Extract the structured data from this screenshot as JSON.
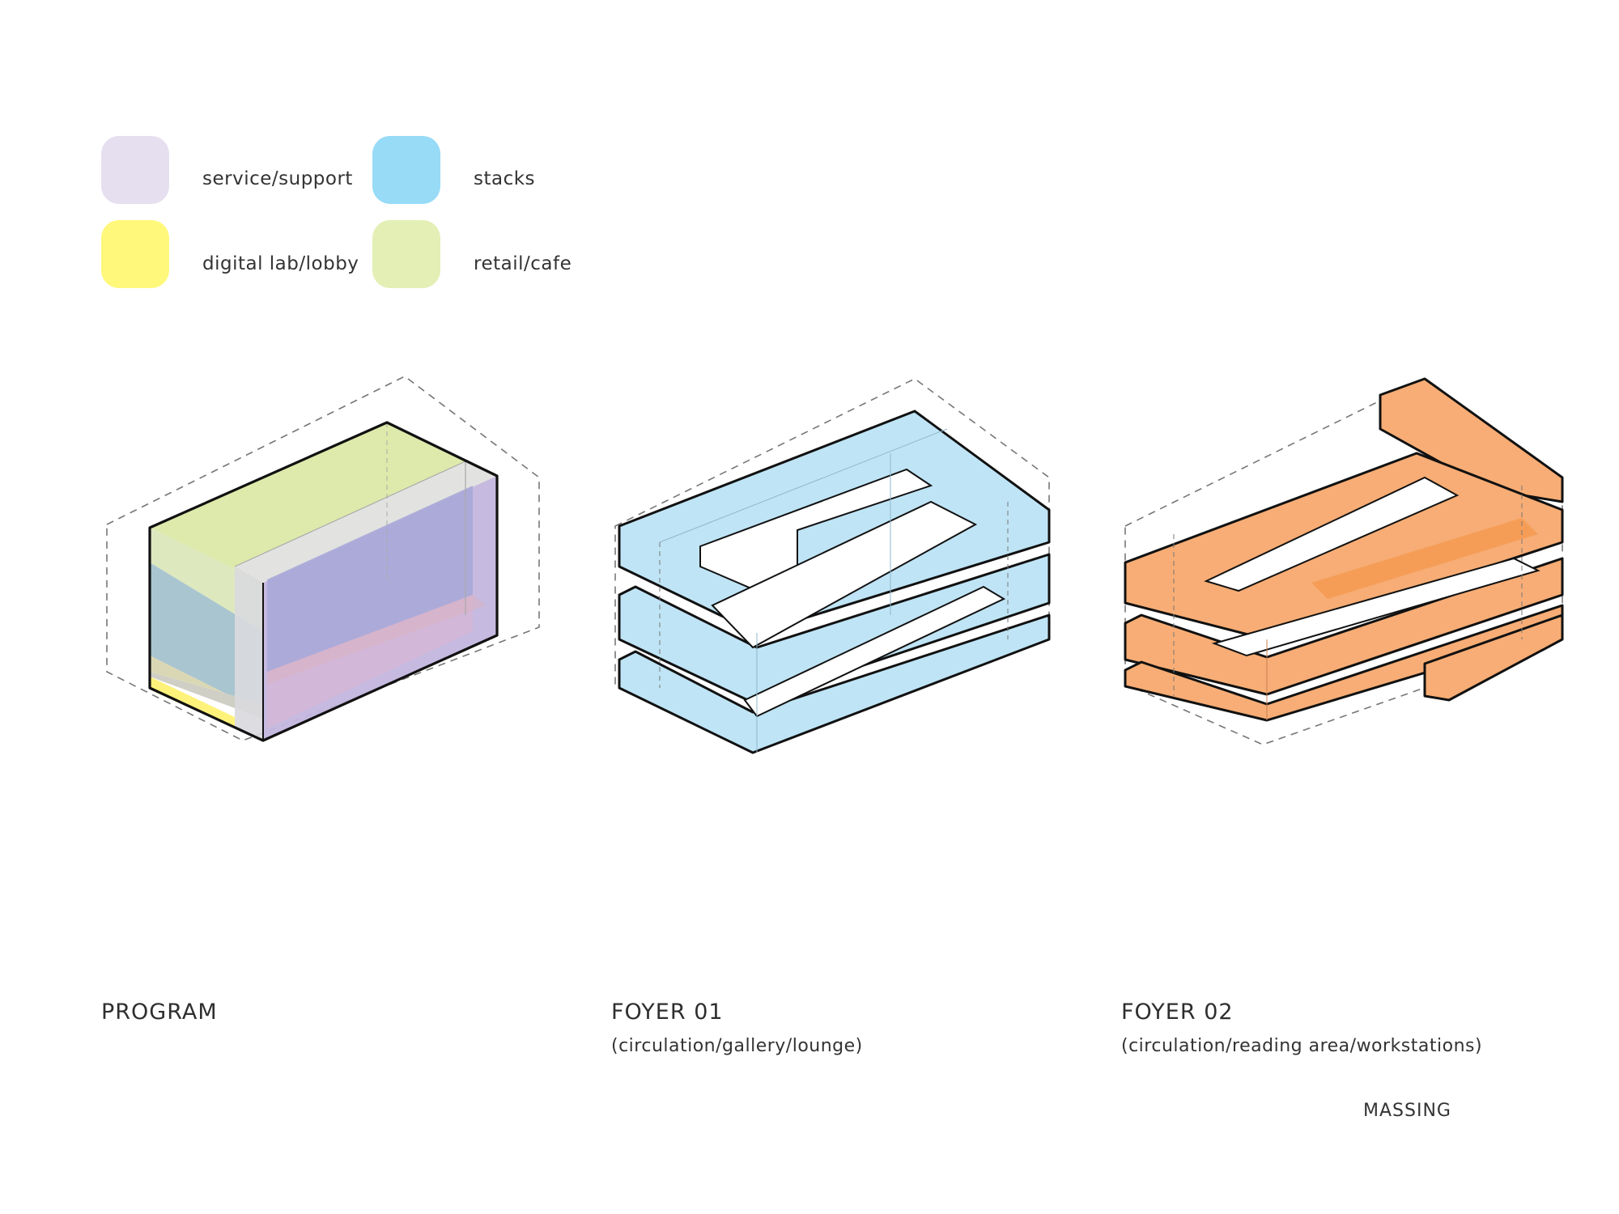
{
  "legend": [
    {
      "label": "service/support",
      "color": "#e6dff0"
    },
    {
      "label": "stacks",
      "color": "#97dbf7"
    },
    {
      "label": "digital lab/lobby",
      "color": "#fff87a"
    },
    {
      "label": "retail/cafe",
      "color": "#e3efb5"
    }
  ],
  "panels": [
    {
      "title": "PROGRAM",
      "subtitle": ""
    },
    {
      "title": "FOYER 01",
      "subtitle": "(circulation/gallery/lounge)"
    },
    {
      "title": "FOYER 02",
      "subtitle": "(circulation/reading area/workstations)"
    }
  ],
  "sheet_label": "MASSING",
  "colors": {
    "foyer01_fill": "#bfe4f5",
    "foyer02_fill": "#f7ad75",
    "outline": "#111111",
    "dashed": "#777777"
  }
}
